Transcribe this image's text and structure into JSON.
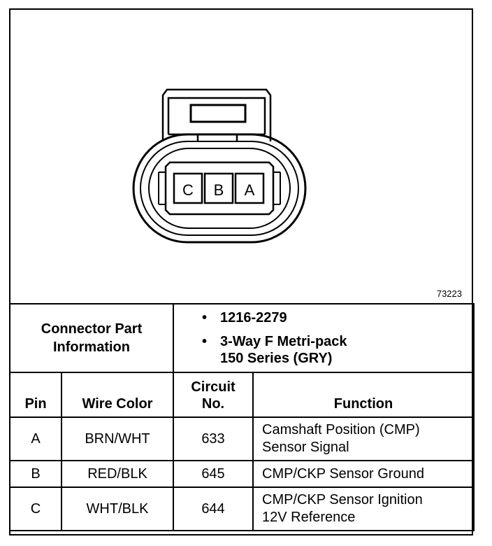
{
  "figure_id": "73223",
  "connector": {
    "pins": [
      "C",
      "B",
      "A"
    ]
  },
  "part_info": {
    "label_line1": "Connector Part",
    "label_line2": "Information",
    "bullet": "•",
    "items": [
      {
        "line1": "1216-2279",
        "line2": ""
      },
      {
        "line1": "3-Way F Metri-pack",
        "line2": "150 Series (GRY)"
      }
    ]
  },
  "table": {
    "headers": {
      "pin": "Pin",
      "wire_color": "Wire Color",
      "circuit_line1": "Circuit",
      "circuit_line2": "No.",
      "function": "Function"
    },
    "rows": [
      {
        "pin": "A",
        "wire_color": "BRN/WHT",
        "circuit": "633",
        "function_line1": "Camshaft Position (CMP)",
        "function_line2": "Sensor Signal"
      },
      {
        "pin": "B",
        "wire_color": "RED/BLK",
        "circuit": "645",
        "function_line1": "CMP/CKP Sensor Ground",
        "function_line2": ""
      },
      {
        "pin": "C",
        "wire_color": "WHT/BLK",
        "circuit": "644",
        "function_line1": "CMP/CKP Sensor Ignition",
        "function_line2": "12V Reference"
      }
    ]
  }
}
